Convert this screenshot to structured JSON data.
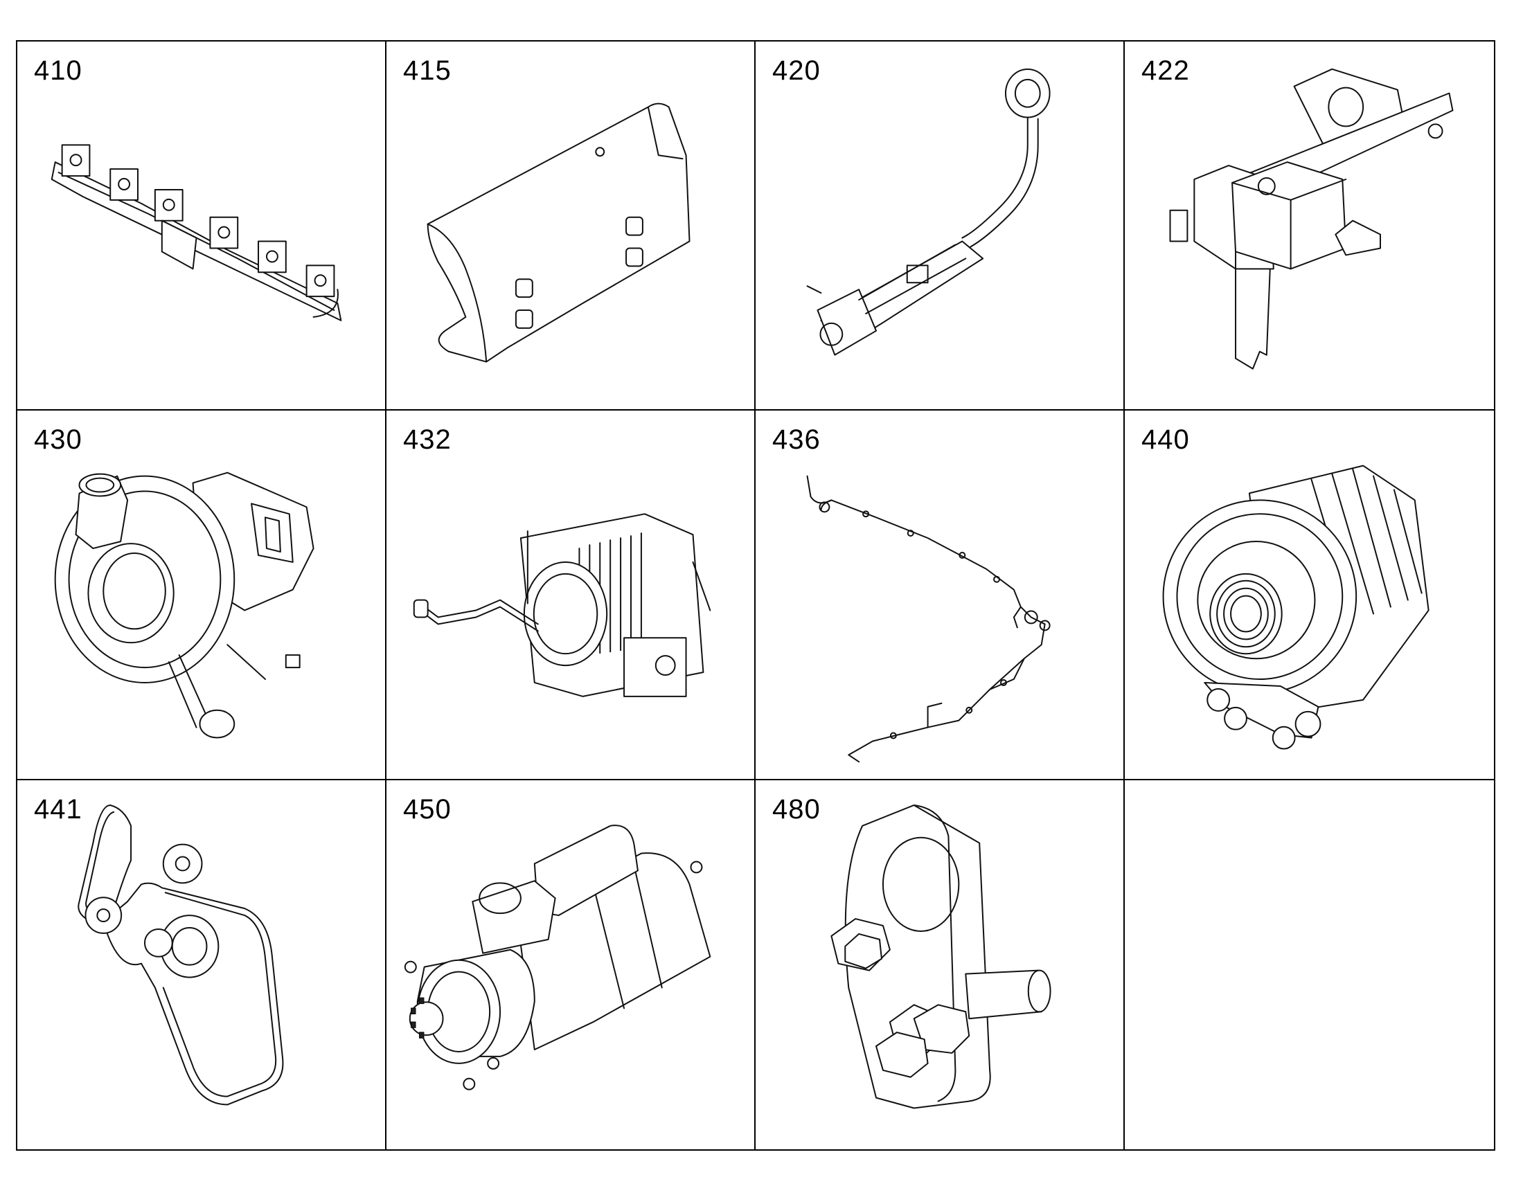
{
  "cells": [
    {
      "number": "410",
      "icon": "exhaust-manifold-icon"
    },
    {
      "number": "415",
      "icon": "heat-shield-icon"
    },
    {
      "number": "420",
      "icon": "egr-cooler-icon"
    },
    {
      "number": "422",
      "icon": "bracket-module-icon"
    },
    {
      "number": "430",
      "icon": "turbocharger-icon"
    },
    {
      "number": "432",
      "icon": "egr-valve-icon"
    },
    {
      "number": "436",
      "icon": "wiring-harness-icon"
    },
    {
      "number": "440",
      "icon": "alternator-icon"
    },
    {
      "number": "441",
      "icon": "drive-belt-icon"
    },
    {
      "number": "450",
      "icon": "starter-motor-icon"
    },
    {
      "number": "480",
      "icon": "mounting-bracket-icon"
    },
    {
      "number": "",
      "icon": ""
    }
  ]
}
